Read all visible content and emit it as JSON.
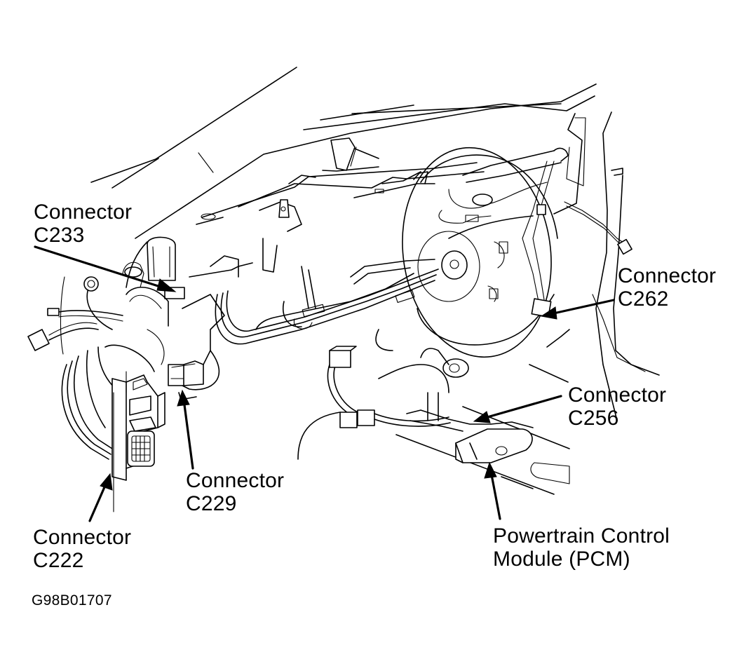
{
  "diagram": {
    "callouts": [
      {
        "id": "c233",
        "line1": "Connector",
        "line2": "C233"
      },
      {
        "id": "c262",
        "line1": "Connector",
        "line2": "C262"
      },
      {
        "id": "c256",
        "line1": "Connector",
        "line2": "C256"
      },
      {
        "id": "c229",
        "line1": "Connector",
        "line2": "C229"
      },
      {
        "id": "c222",
        "line1": "Connector",
        "line2": "C222"
      },
      {
        "id": "pcm",
        "line1": "Powertrain Control",
        "line2": "Module (PCM)"
      }
    ],
    "figure_id": "G98B01707",
    "colors": {
      "ink": "#000000",
      "paper": "#ffffff"
    }
  }
}
